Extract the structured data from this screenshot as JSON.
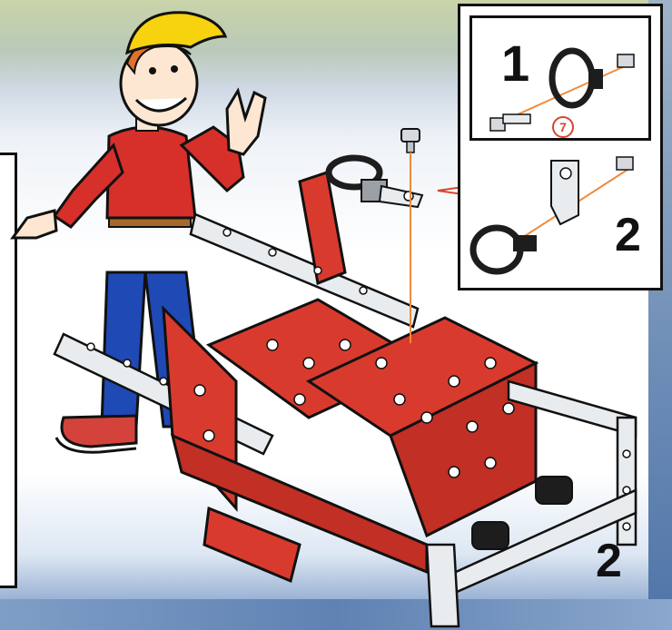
{
  "steps": {
    "step1": "1",
    "step2_inset": "2",
    "step2_main": "2"
  },
  "badge": "7",
  "colors": {
    "red_part": "#d93a2e",
    "metal": "#e9ecef",
    "boy_shirt": "#d72f2a",
    "boy_jeans": "#1f49b5",
    "cap": "#f6d20f",
    "guide_line": "#f08a3a"
  },
  "icons": [
    "steering-wheel-icon",
    "bolt-icon",
    "nut-icon",
    "bracket-icon"
  ]
}
